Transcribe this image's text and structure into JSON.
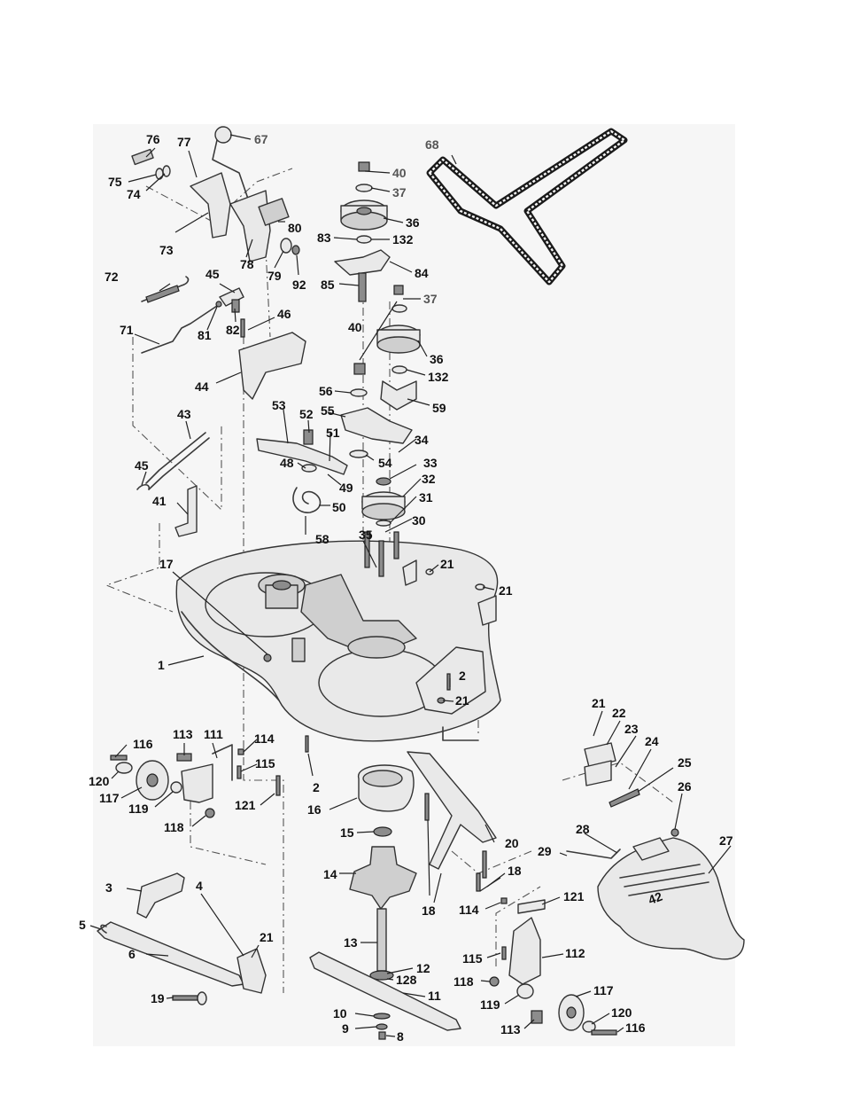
{
  "diagram": {
    "labels": {
      "l1": "1",
      "l2a": "2",
      "l2b": "2",
      "l3": "3",
      "l4": "4",
      "l5": "5",
      "l6": "6",
      "l8": "8",
      "l9": "9",
      "l10": "10",
      "l11": "11",
      "l12": "12",
      "l13": "13",
      "l14": "14",
      "l15": "15",
      "l16": "16",
      "l17": "17",
      "l18a": "18",
      "l18b": "18",
      "l19": "19",
      "l20": "20",
      "l21a": "21",
      "l21b": "21",
      "l21c": "21",
      "l21d": "21",
      "l21e": "21",
      "l22": "22",
      "l23": "23",
      "l24": "24",
      "l25": "25",
      "l26": "26",
      "l27": "27",
      "l28": "28",
      "l29": "29",
      "l30": "30",
      "l31": "31",
      "l32": "32",
      "l33": "33",
      "l34": "34",
      "l35": "35",
      "l36a": "36",
      "l36b": "36",
      "l37a": "37",
      "l37b": "37",
      "l40a": "40",
      "l40b": "40",
      "l41": "41",
      "l43": "43",
      "l44": "44",
      "l45a": "45",
      "l45b": "45",
      "l46": "46",
      "l48": "48",
      "l49": "49",
      "l50": "50",
      "l51": "51",
      "l52": "52",
      "l53": "53",
      "l54": "54",
      "l55": "55",
      "l56": "56",
      "l58": "58",
      "l59": "59",
      "l67": "67",
      "l68": "68",
      "l71": "71",
      "l72": "72",
      "l73": "73",
      "l74": "74",
      "l75": "75",
      "l76": "76",
      "l77": "77",
      "l78": "78",
      "l79": "79",
      "l80": "80",
      "l81": "81",
      "l82": "82",
      "l83": "83",
      "l84": "84",
      "l85": "85",
      "l92": "92",
      "l111": "111",
      "l112": "112",
      "l113a": "113",
      "l113b": "113",
      "l114a": "114",
      "l114b": "114",
      "l115a": "115",
      "l115b": "115",
      "l116a": "116",
      "l116b": "116",
      "l117a": "117",
      "l117b": "117",
      "l118a": "118",
      "l118b": "118",
      "l119a": "119",
      "l119b": "119",
      "l120a": "120",
      "l120b": "120",
      "l121a": "121",
      "l121b": "121",
      "l128": "128",
      "l132a": "132",
      "l132b": "132"
    },
    "deck_badge": "42",
    "colors": {
      "ink": "#111111",
      "paper": "#f6f6f6"
    }
  }
}
